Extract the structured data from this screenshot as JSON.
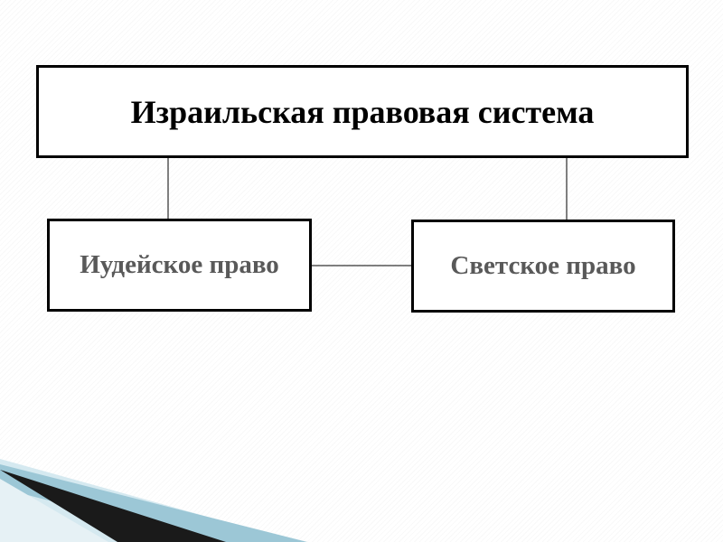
{
  "diagram": {
    "root": {
      "label": "Израильская правовая система"
    },
    "left": {
      "label": "Иудейское право"
    },
    "right": {
      "label": "Светское право"
    }
  },
  "colors": {
    "box_border": "#000000",
    "root_text": "#000000",
    "child_text": "#595959",
    "accent_dark": "#1a1a1a",
    "accent_light": "#9cc7d6"
  }
}
